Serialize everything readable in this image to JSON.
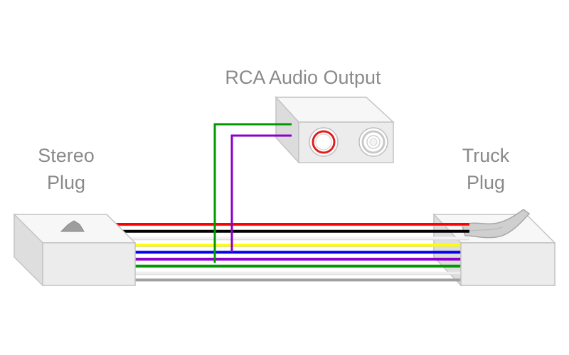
{
  "labels": {
    "rca_output": "RCA Audio Output",
    "stereo_line1": "Stereo",
    "stereo_line2": "Plug",
    "truck_line1": "Truck",
    "truck_line2": "Plug"
  },
  "harness": {
    "wires": [
      {
        "name": "red",
        "color": "#ff0000"
      },
      {
        "name": "black",
        "color": "#000000"
      },
      {
        "name": "white",
        "color": "#f2f2f2"
      },
      {
        "name": "yellow",
        "color": "#ffff00"
      },
      {
        "name": "blue",
        "color": "#0000ee"
      },
      {
        "name": "violet",
        "color": "#8b00cc"
      },
      {
        "name": "green",
        "color": "#009900"
      },
      {
        "name": "white-2",
        "color": "#eeeeee"
      },
      {
        "name": "gray",
        "color": "#a0a0a0"
      }
    ],
    "tap_wires": [
      {
        "name": "green-tap",
        "color": "#009900"
      },
      {
        "name": "violet-tap",
        "color": "#8b00cc"
      }
    ]
  },
  "rca_jacks": [
    {
      "name": "left-jack",
      "ring_color": "#e02020"
    },
    {
      "name": "right-jack",
      "ring_color": "#c8c8c8"
    }
  ],
  "colors": {
    "box_front": "#ececec",
    "box_top": "#f7f7f7",
    "box_side": "#dcdcdc",
    "box_edge": "#c4c4c4",
    "label": "#8a8a8a"
  }
}
